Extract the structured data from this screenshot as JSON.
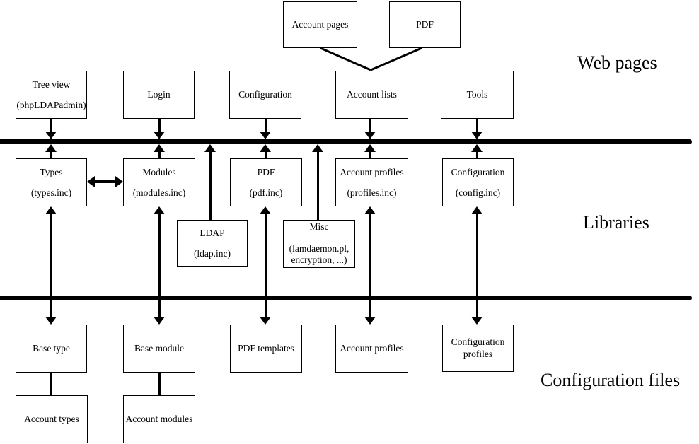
{
  "colors": {
    "ink": "#000000",
    "background": "#ffffff"
  },
  "section_labels": {
    "web_pages": "Web pages",
    "libraries": "Libraries",
    "configuration_files": "Configuration files"
  },
  "boxes": {
    "account_pages": {
      "line1": "Account pages"
    },
    "pdf_export": {
      "line1": "PDF"
    },
    "tree_view": {
      "line1": "Tree view",
      "line2": "(phpLDAPadmin)"
    },
    "login": {
      "line1": "Login"
    },
    "configuration_page": {
      "line1": "Configuration"
    },
    "account_lists": {
      "line1": "Account lists"
    },
    "tools": {
      "line1": "Tools"
    },
    "types": {
      "line1": "Types",
      "line2": "(types.inc)"
    },
    "modules": {
      "line1": "Modules",
      "line2": "(modules.inc)"
    },
    "pdf_lib": {
      "line1": "PDF",
      "line2": "(pdf.inc)"
    },
    "account_profiles_lib": {
      "line1": "Account profiles",
      "line2": "(profiles.inc)"
    },
    "configuration_lib": {
      "line1": "Configuration",
      "line2": "(config.inc)"
    },
    "ldap": {
      "line1": "LDAP",
      "line2": "(ldap.inc)"
    },
    "misc": {
      "line1": "Misc",
      "line2": "(lamdaemon.pl,",
      "line3": "encryption, ...)"
    },
    "base_type": {
      "line1": "Base type"
    },
    "base_module": {
      "line1": "Base module"
    },
    "pdf_templates": {
      "line1": "PDF templates"
    },
    "account_profiles_files": {
      "line1": "Account profiles"
    },
    "configuration_profiles": {
      "line1": "Configuration",
      "line2": "profiles"
    },
    "account_types": {
      "line1": "Account types"
    },
    "account_modules": {
      "line1": "Account modules"
    }
  },
  "buses": [
    {
      "name": "web-libraries",
      "arrows_down_from": [
        "Tree view",
        "Login",
        "Configuration",
        "Account lists",
        "Tools"
      ],
      "arrows_up_to": [
        "Types",
        "Modules",
        "LDAP",
        "PDF",
        "Misc",
        "Account profiles",
        "Configuration"
      ]
    },
    {
      "name": "libraries-configuration-files",
      "double_arrows_through": [
        [
          "Types",
          "Base type"
        ],
        [
          "Modules",
          "Base module"
        ],
        [
          "PDF",
          "PDF templates"
        ],
        [
          "Account profiles",
          "Account profiles"
        ],
        [
          "Configuration",
          "Configuration profiles"
        ]
      ]
    }
  ],
  "other_connections": [
    {
      "a": "Account pages",
      "b": "Account lists",
      "style": "plain-line"
    },
    {
      "a": "PDF",
      "b": "Account lists",
      "style": "plain-line"
    },
    {
      "a": "Types",
      "b": "Modules",
      "style": "double-arrow"
    },
    {
      "a": "Base type",
      "b": "Account types",
      "style": "plain-line"
    },
    {
      "a": "Base module",
      "b": "Account modules",
      "style": "plain-line"
    }
  ]
}
